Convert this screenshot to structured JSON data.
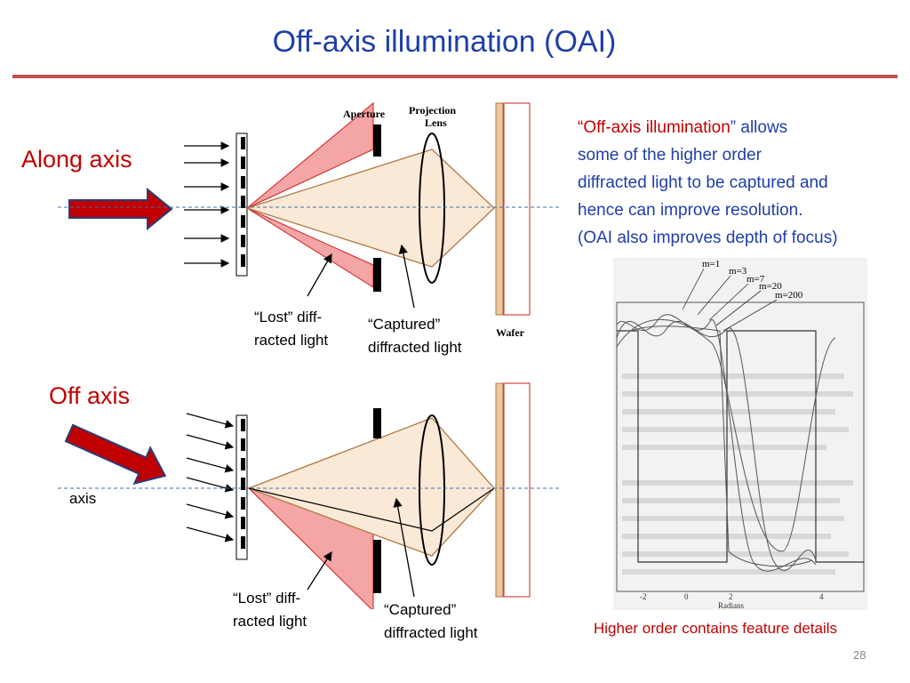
{
  "title": "Off-axis illumination (OAI)",
  "top_diagram": {
    "heading": "Along axis",
    "aperture_label": "Aperture",
    "lens_label_line1": "Projection",
    "lens_label_line2": "Lens",
    "wafer_label": "Wafer",
    "lost_line1": "“Lost” diff-",
    "lost_line2": "racted light",
    "captured_line1": "“Captured”",
    "captured_line2": "diffracted light"
  },
  "bottom_diagram": {
    "heading": "Off axis",
    "axis_label": "axis",
    "lost_line1": "“Lost” diff-",
    "lost_line2": "racted light",
    "captured_line1": "“Captured”",
    "captured_line2": "diffracted light"
  },
  "paragraph": {
    "quote_open": "“",
    "highlight": "Off-axis illumination",
    "quote_close": "” allows",
    "line2": "some of the higher order",
    "line3": "diffracted light to be captured and",
    "line4": "hence can improve resolution.",
    "line5": "(OAI also improves depth of focus)"
  },
  "plot": {
    "labels": [
      "m=1",
      "m=3",
      "m=7",
      "m=20",
      "m=200"
    ],
    "x_axis_label": "Radians",
    "x_ticks": [
      "-2",
      "0",
      "2",
      "4"
    ]
  },
  "caption": "Higher order contains feature details",
  "page_number": "28",
  "colors": {
    "title": "#1f3ea8",
    "accent": "#c00000",
    "lost_fill": "#f4a5a5",
    "captured_fill": "#fbe9d8"
  }
}
